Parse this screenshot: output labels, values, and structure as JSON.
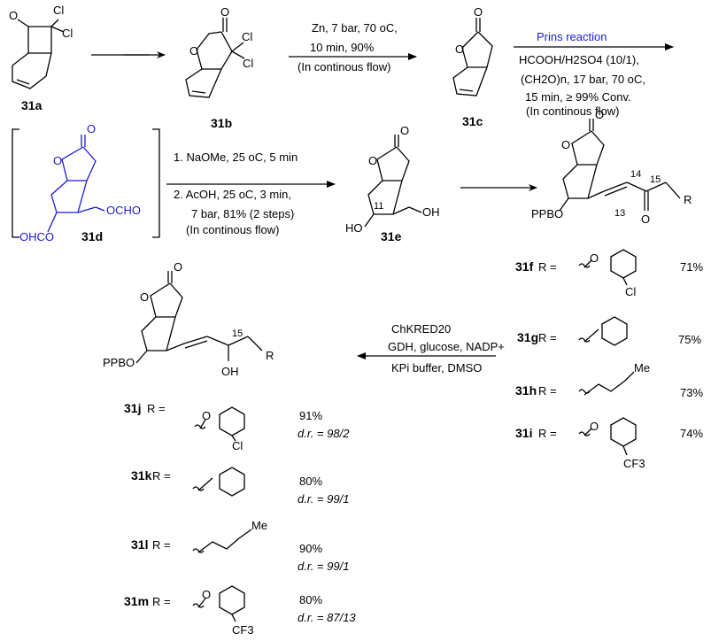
{
  "compounds": {
    "c31a": "31a",
    "c31b": "31b",
    "c31c": "31c",
    "c31d": "31d",
    "c31e": "31e",
    "c31f": "31f",
    "c31g": "31g",
    "c31h": "31h",
    "c31i": "31i",
    "c31j": "31j",
    "c31k": "31k",
    "c31l": "31l",
    "c31m": "31m"
  },
  "atoms": {
    "O": "O",
    "Cl": "Cl",
    "CF3": "CF3",
    "Me": "Me",
    "HO": "HO",
    "OH": "OH",
    "OHCO": "OHCO",
    "OCHO": "OCHO",
    "PPBO": "PPBO",
    "R": "R",
    "n11": "11",
    "n13": "13",
    "n14": "14",
    "n15": "15"
  },
  "steps": {
    "step1": {
      "line1": "Zn, 7 bar, 70 oC,",
      "line2": "10 min, 90%",
      "line3": "(In continous flow)"
    },
    "step2": {
      "title": "Prins reaction",
      "line1": "HCOOH/H2SO4 (10/1),",
      "line2": "(CH2O)n, 17 bar, 70 oC,",
      "line3": "15 min, ≥ 99% Conv.",
      "line4": "(In continous flow)"
    },
    "step3": {
      "line1": "1. NaOMe, 25 oC, 5 min",
      "line2": "2. AcOH, 25 oC, 3 min,",
      "line3": "7 bar, 81% (2 steps)",
      "line4": "(In continous flow)"
    },
    "step4": {
      "line1": "ChKRED20",
      "line2": "GDH, glucose, NADP+",
      "line3": "KPi buffer, DMSO"
    }
  },
  "ketones": [
    {
      "label": "31f",
      "r": "R =",
      "yield": "71%"
    },
    {
      "label": "31g",
      "r": "R =",
      "yield": "75%"
    },
    {
      "label": "31h",
      "r": "R =",
      "yield": "73%"
    },
    {
      "label": "31i",
      "r": "R =",
      "yield": "74%"
    }
  ],
  "alcohols": [
    {
      "label": "31j",
      "r": "R =",
      "yield": "91%",
      "dr": "d.r. = 98/2"
    },
    {
      "label": "31k",
      "r": "R =",
      "yield": "80%",
      "dr": "d.r. = 99/1"
    },
    {
      "label": "31l",
      "r": "R =",
      "yield": "90%",
      "dr": "d.r. = 99/1"
    },
    {
      "label": "31m",
      "r": "R =",
      "yield": "80%",
      "dr": "d.r. = 87/13"
    }
  ],
  "colors": {
    "highlight": "#1a1ad1"
  }
}
